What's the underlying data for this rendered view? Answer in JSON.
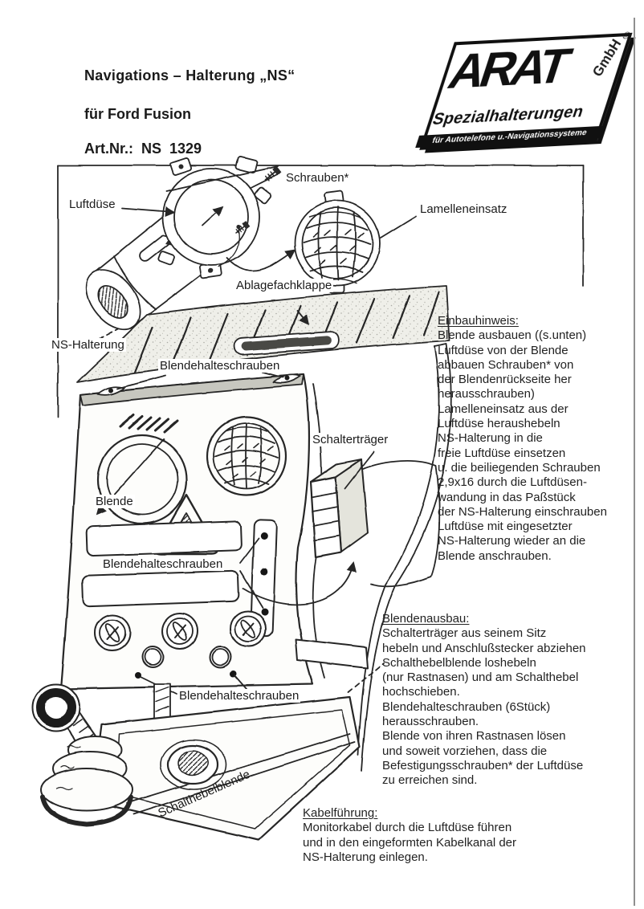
{
  "page": {
    "title": "Navigations – Halterung „NS“",
    "subtitle": "für Ford Fusion",
    "article_number": "Art.Nr.:  NS  1329"
  },
  "logo": {
    "brand": "ARAT",
    "registered_mark": "®",
    "company_suffix": "GmbH",
    "subtitle": "Spezialhalterungen",
    "tagline": "für Autotelefone u.-Navigationssysteme"
  },
  "colors": {
    "ink": "#262626",
    "paper": "#ffffff",
    "logo_black": "#101010"
  },
  "diagram": {
    "labels": {
      "luftduese": "Luftdüse",
      "schrauben": "Schrauben*",
      "lamelleneinsatz": "Lamelleneinsatz",
      "ablagefachklappe": "Ablagefachklappe",
      "ns_halterung": "NS-Halterung",
      "blendehalteschrauben_top": "Blendehalteschrauben",
      "schaltertraeger": "Schalterträger",
      "blende": "Blende",
      "blendehalteschrauben_mid": "Blendehalteschrauben",
      "blendehalteschrauben_bottom": "Blendehalteschrauben",
      "schalthebelblende": "Schalthebelblende"
    }
  },
  "instructions": {
    "einbauhinweis": {
      "heading": "Einbauhinweis:",
      "lines": [
        "Blende ausbauen ((s.unten)",
        "Luftdüse von der Blende",
        "abbauen Schrauben* von",
        "der Blendenrückseite her",
        "herausschrauben)",
        "Lamelleneinsatz aus der",
        "Luftdüse heraushebeln",
        "NS-Halterung in die",
        "freie Luftdüse einsetzen",
        "u. die beiliegenden Schrauben",
        "2,9x16 durch die Luftdüsen-",
        "wandung in das Paßstück",
        "der NS-Halterung einschrauben",
        "Luftdüse mit eingesetzter",
        "NS-Halterung wieder an die",
        "Blende anschrauben."
      ]
    },
    "blendenausbau": {
      "heading": "Blendenausbau:",
      "lines": [
        "Schalterträger aus seinem Sitz",
        "hebeln und Anschlußstecker abziehen",
        "Schalthebelblende loshebeln",
        "(nur Rastnasen) und am Schalthebel",
        "hochschieben.",
        "Blendehalteschrauben (6Stück)",
        "herausschrauben.",
        "Blende von ihren Rastnasen lösen",
        "und soweit vorziehen, dass die",
        "Befestigungsschrauben* der Luftdüse",
        "zu erreichen sind."
      ]
    },
    "kabelfuehrung": {
      "heading": "Kabelführung:",
      "lines": [
        "Monitorkabel durch die Luftdüse führen",
        "und in den eingeformten Kabelkanal der",
        "NS-Halterung einlegen."
      ]
    }
  }
}
